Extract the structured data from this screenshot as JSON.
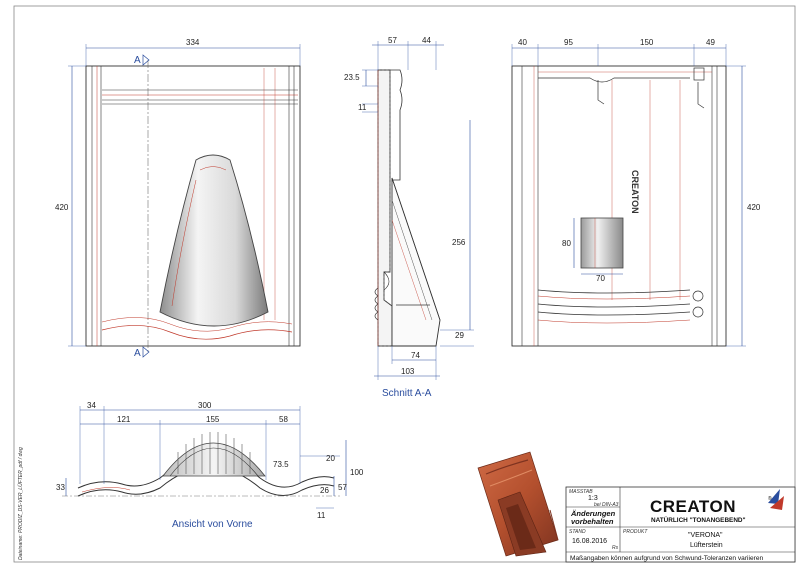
{
  "views": {
    "front": {
      "dims": {
        "width": "334",
        "height": "420"
      },
      "section_marks": {
        "top": "A",
        "bottom": "A"
      }
    },
    "section": {
      "title": "Schnitt A-A",
      "dims": {
        "top_left": "57",
        "top_right": "44",
        "d1": "23.5",
        "d2": "11",
        "h": "256",
        "d3": "29",
        "w1": "74",
        "w2": "103"
      }
    },
    "back": {
      "dims": {
        "a": "40",
        "b": "95",
        "c": "150",
        "d": "49",
        "height": "420",
        "box_h": "80",
        "box_w": "70"
      },
      "stamp": "CREATON"
    },
    "bottom": {
      "title": "Ansicht von Vorne",
      "dims": {
        "a": "34",
        "total": "300",
        "b": "121",
        "c": "155",
        "d": "58",
        "e": "73.5",
        "f": "20",
        "g": "100",
        "h": "33",
        "i": "26",
        "j": "57",
        "k": "11"
      }
    }
  },
  "side_note": "Dateiname: PRODIZ_DS-VER_LÜFTER_pdf / dwg",
  "title_block": {
    "massstab_label": "MASSTAB",
    "massstab": "1:3",
    "massstab_sub": "bei DIN-A3",
    "aenderungen_line1": "Änderungen",
    "aenderungen_line2": "vorbehalten",
    "stand_label": "STAND",
    "stand": "16.08.2016",
    "stand_mark": "Rs",
    "produkt_label": "PRODUKT",
    "product_name": "\"VERONA\"",
    "product_type": "Lüfterstein",
    "brand": "CREATON",
    "brand_reg": "®",
    "tagline": "NATÜRLICH \"TONANGEBEND\"",
    "note": "Maßangaben können aufgrund von Schwund-Toleranzen variieren"
  },
  "colors": {
    "line": "#333333",
    "dim_line": "#2a4d9e",
    "red_hidden": "#c0392b",
    "tile": "#b5502f",
    "tile_dark": "#7e3320",
    "vent_light": "#f2f2f2",
    "vent_dark": "#9a9a9a"
  },
  "icons": [
    "creaton-logo-icon",
    "section-arrow-icon",
    "roof-tile-illustration"
  ]
}
